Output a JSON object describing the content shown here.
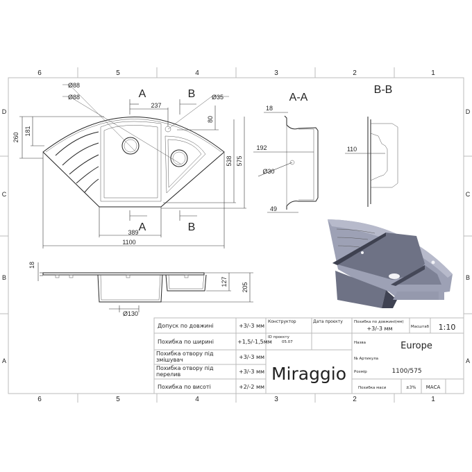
{
  "frame": {
    "columns": [
      "6",
      "5",
      "4",
      "3",
      "2",
      "1"
    ],
    "rows": [
      "D",
      "C",
      "B",
      "A"
    ]
  },
  "plan_view": {
    "section_marks": {
      "a_top": "A",
      "b_top": "B",
      "a_bottom": "A",
      "b_bottom": "B"
    },
    "dims": {
      "d88_1": "Ø88",
      "d88_2": "Ø88",
      "d35": "Ø35",
      "w237": "237",
      "h80": "80",
      "h260": "260",
      "h181": "181",
      "h538": "538",
      "h575": "575",
      "w389": "389",
      "w1100": "1100"
    }
  },
  "section_aa": {
    "title": "A-A",
    "dims": {
      "t18": "18",
      "d192": "192",
      "d30": "Ø30",
      "d49": "49"
    }
  },
  "section_bb": {
    "title": "B-B",
    "dims": {
      "d110": "110"
    }
  },
  "front_view": {
    "dims": {
      "t18": "18",
      "h127": "127",
      "h205": "205",
      "d130": "Ø130"
    }
  },
  "render_3d": {
    "label": "sink-3d-render",
    "color": "#8e93a8"
  },
  "title_block": {
    "tolerances": [
      {
        "label": "Допуск по довжині",
        "value": "+3/-3 мм"
      },
      {
        "label": "Похибка по ширині",
        "value": "+1,5/-1,5мм"
      },
      {
        "label": "Похибка отвору під змішувач",
        "value": "+3/-3 мм"
      },
      {
        "label": "Похибка отвору під перелив",
        "value": "+3/-3 мм"
      },
      {
        "label": "Похибка по висоті",
        "value": "+2/-2 мм"
      }
    ],
    "constructor_label": "Конструктор",
    "date_label": "Дата проєкту",
    "project_id_label": "ID проєкту",
    "project_id_value": "05.07",
    "length_tol_label": "Похибка по довжині(мм)",
    "length_tol_value": "+3/-3 мм",
    "scale_label": "Масштаб",
    "scale_value": "1:10",
    "name_label": "Назва",
    "name_value": "Europe",
    "article_label": "№ Артикула",
    "size_label": "Розмір",
    "size_value": "1100/575",
    "mass_tol_label": "Похибка маси",
    "mass_tol_value": "±3%",
    "mass_label": "МАСА",
    "brand": "Miraggio"
  }
}
